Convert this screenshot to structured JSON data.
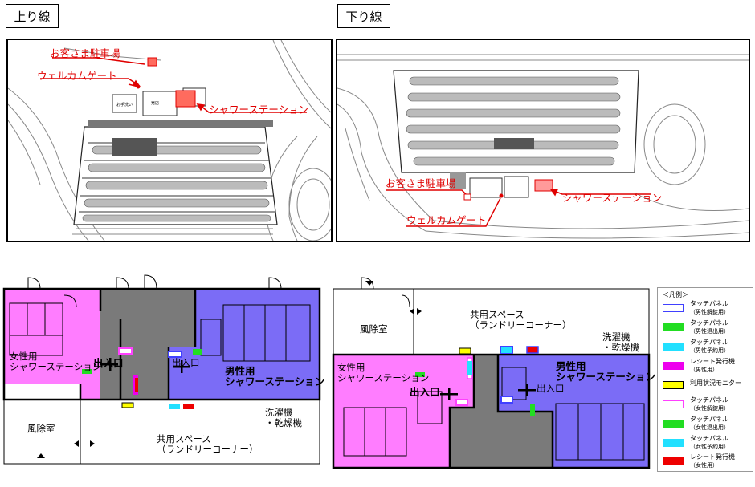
{
  "panels": {
    "up": {
      "title": "上り線"
    },
    "down": {
      "title": "下り線"
    }
  },
  "map_up": {
    "labels": {
      "parking": "お客さま駐車場",
      "gate": "ウェルカムゲート",
      "shower": "シャワーステーション"
    },
    "buildings": {
      "toilet": "お手洗い",
      "shop": "売店"
    }
  },
  "map_down": {
    "labels": {
      "parking": "お客さま駐車場",
      "gate": "ウェルカムゲート",
      "shower": "シャワーステーション"
    }
  },
  "plan_up": {
    "women": "女性用\nシャワーステーション",
    "men": "男性用\nシャワーステーション",
    "entrance_left": "出入口",
    "entrance_right": "出入口",
    "windbreak": "風除室",
    "common": "共用スペース\n（ランドリーコーナー）",
    "washer": "洗濯機\n・乾燥機"
  },
  "plan_down": {
    "women": "女性用\nシャワーステーション",
    "men": "男性用\nシャワーステーション",
    "entrance_left": "出入口",
    "entrance_right": "出入口",
    "windbreak": "風除室",
    "common": "共用スペース\n（ランドリーコーナー）",
    "washer": "洗濯機\n・乾燥機"
  },
  "legend": {
    "title": "＜凡例＞",
    "items": [
      {
        "label": "タッチパネル",
        "sub": "（男性解錠用）",
        "color": "#ffffff",
        "border": "#4040ff"
      },
      {
        "label": "タッチパネル",
        "sub": "（男性退出用）",
        "color": "#22dd22",
        "border": "#22dd22"
      },
      {
        "label": "タッチパネル",
        "sub": "（男性予約用）",
        "color": "#22e0ff",
        "border": "#22e0ff"
      },
      {
        "label": "レシート発行機",
        "sub": "（男性用）",
        "color": "#ee00ee",
        "border": "#ee00ee"
      },
      {
        "label": "利用状況モニター",
        "sub": "",
        "color": "#ffff00",
        "border": "#000000"
      },
      {
        "label": "タッチパネル",
        "sub": "（女性解錠用）",
        "color": "#ffffff",
        "border": "#ff40ff"
      },
      {
        "label": "タッチパネル",
        "sub": "（女性退出用）",
        "color": "#22dd22",
        "border": "#22dd22"
      },
      {
        "label": "タッチパネル",
        "sub": "（女性予約用）",
        "color": "#22e0ff",
        "border": "#22e0ff"
      },
      {
        "label": "レシート発行機",
        "sub": "（女性用）",
        "color": "#ee0000",
        "border": "#ee0000"
      }
    ]
  },
  "colors": {
    "women": "#ff7dff",
    "men": "#7b6cf6",
    "gray": "#7a7a7a",
    "red": "#e00000"
  }
}
